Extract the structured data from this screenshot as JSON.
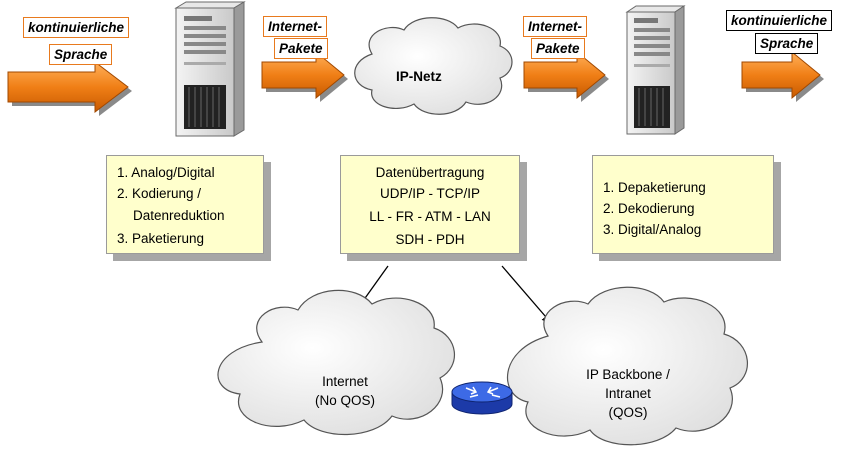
{
  "left": {
    "label1": "kontinuierliche",
    "label2": "Sprache",
    "packets1": "Internet-",
    "packets2": "Pakete"
  },
  "network": {
    "title": "IP-Netz"
  },
  "right": {
    "packets1": "Internet-",
    "packets2": "Pakete",
    "label1": "kontinuierliche",
    "label2": "Sprache"
  },
  "sender_steps": [
    "1. Analog/Digital",
    "2. Kodierung /",
    "Datenreduktion",
    "3. Paketierung"
  ],
  "transport": [
    "Datenübertragung",
    "UDP/IP - TCP/IP",
    "LL - FR - ATM - LAN",
    "SDH - PDH"
  ],
  "receiver_steps": [
    "1. Depaketierung",
    "2. Dekodierung",
    "3. Digital/Analog"
  ],
  "internet_cloud": [
    "Internet",
    "(No QOS)"
  ],
  "backbone_cloud": [
    "IP Backbone /",
    "Intranet",
    "(QOS)"
  ],
  "colors": {
    "arrow": "#f07f16",
    "note_fill": "#ffffcc",
    "router": "#2b55d6",
    "label_border": "#e87a1e"
  }
}
